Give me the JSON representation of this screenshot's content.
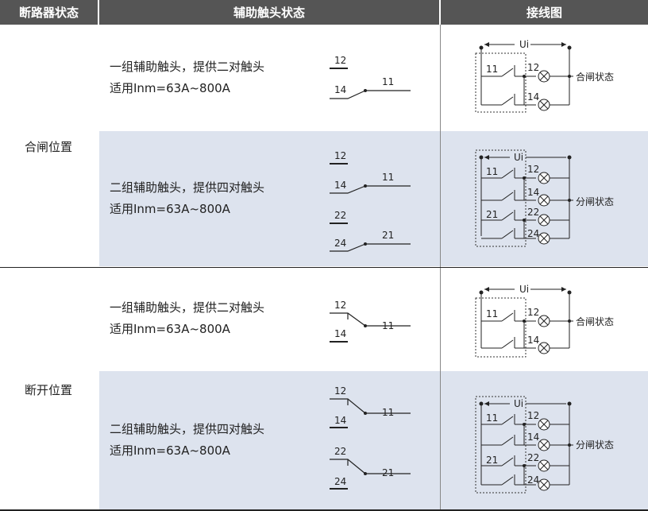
{
  "header": {
    "col1": "断路器状态",
    "col2": "辅助触头状态",
    "col3": "接线图"
  },
  "sections": [
    {
      "state": "合闸位置",
      "rows": [
        {
          "line1": "一组辅助触头，提供二对触头",
          "line2": "适用Inm=63A~800A",
          "contacts": [
            "12",
            "14",
            "11"
          ],
          "wiring_voltage": "Ui",
          "wiring_labels": [
            "11",
            "12",
            "14"
          ],
          "wiring_state": "合闸状态"
        },
        {
          "line1": "二组辅助触头，提供四对触头",
          "line2": "适用Inm=63A~800A",
          "contacts": [
            "12",
            "14",
            "11",
            "22",
            "24",
            "21"
          ],
          "wiring_voltage": "Ui",
          "wiring_labels": [
            "11",
            "12",
            "14",
            "21",
            "22",
            "24"
          ],
          "wiring_state": "分闸状态"
        }
      ]
    },
    {
      "state": "断开位置",
      "rows": [
        {
          "line1": "一组辅助触头，提供二对触头",
          "line2": "适用Inm=63A~800A",
          "contacts": [
            "12",
            "14",
            "11"
          ],
          "wiring_voltage": "Ui",
          "wiring_labels": [
            "11",
            "12",
            "14"
          ],
          "wiring_state": "合闸状态"
        },
        {
          "line1": "二组辅助触头，提供四对触头",
          "line2": "适用Inm=63A~800A",
          "contacts": [
            "12",
            "14",
            "11",
            "22",
            "24",
            "21"
          ],
          "wiring_voltage": "Ui",
          "wiring_labels": [
            "11",
            "12",
            "14",
            "21",
            "22",
            "24"
          ],
          "wiring_state": "分闸状态"
        }
      ]
    }
  ]
}
